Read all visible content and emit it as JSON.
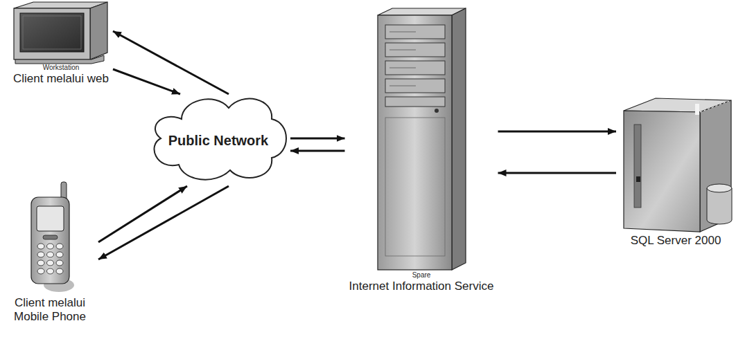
{
  "diagram": {
    "nodes": [
      {
        "text": [
          "Workstation",
          "Client melalui web"
        ]
      },
      {
        "text": [
          "Client melalui Mobile Phone"
        ]
      },
      {
        "text": [
          "Public Network"
        ]
      },
      {
        "text": [
          "Spare",
          "Internet Information Service"
        ]
      },
      {
        "text": [
          "SQL Server 2000"
        ]
      }
    ],
    "edges": [
      {
        "from": 2,
        "to": 0,
        "arrow": "to"
      },
      {
        "from": 0,
        "to": 2,
        "arrow": "to"
      },
      {
        "from": 1,
        "to": 2,
        "arrow": "to"
      },
      {
        "from": 2,
        "to": 1,
        "arrow": "to"
      },
      {
        "from": 2,
        "to": 3,
        "arrow": "to"
      },
      {
        "from": 3,
        "to": 2,
        "arrow": "to"
      },
      {
        "from": 3,
        "to": 4,
        "arrow": "to"
      },
      {
        "from": 4,
        "to": 3,
        "arrow": "to"
      }
    ]
  }
}
